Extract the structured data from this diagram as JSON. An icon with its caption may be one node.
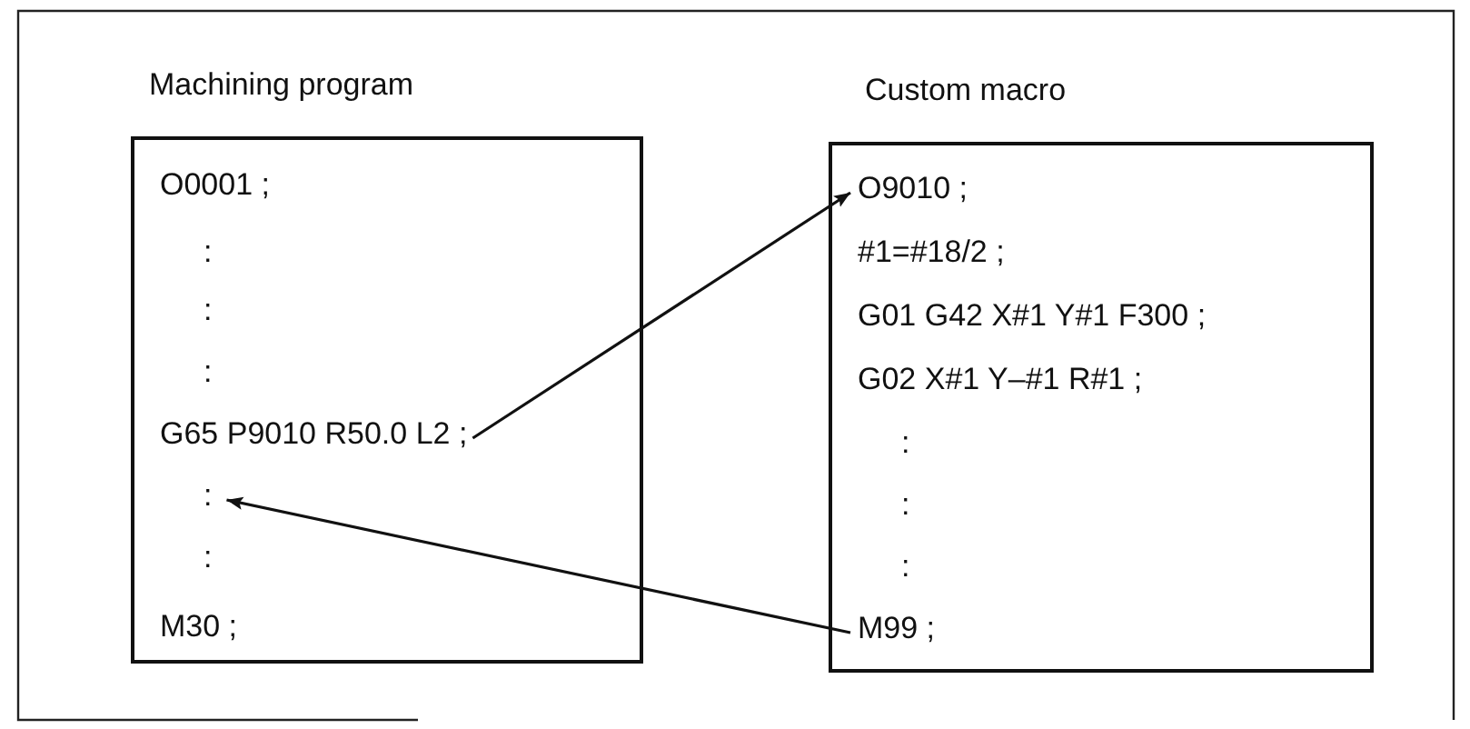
{
  "diagram": {
    "nodes": [
      {
        "text": [
          "Machining program"
        ]
      },
      {
        "text": [
          "O0001 ;"
        ],
        "in": 0
      },
      {
        "text": [
          ":"
        ],
        "in": 0
      },
      {
        "text": [
          ":"
        ],
        "in": 0
      },
      {
        "text": [
          ":"
        ],
        "in": 0
      },
      {
        "text": [
          "G65 P9010 R50.0 L2 ;"
        ],
        "in": 0
      },
      {
        "text": [
          ":"
        ],
        "in": 0
      },
      {
        "text": [
          ":"
        ],
        "in": 0
      },
      {
        "text": [
          "M30 ;"
        ],
        "in": 0
      },
      {
        "text": [
          "Custom macro"
        ]
      },
      {
        "text": [
          "O9010 ;"
        ],
        "in": 9
      },
      {
        "text": [
          "#1=#18/2 ;"
        ],
        "in": 9
      },
      {
        "text": [
          "G01 G42 X#1 Y#1 F300 ;"
        ],
        "in": 9
      },
      {
        "text": [
          "G02 X#1 Y–#1 R#1 ;"
        ],
        "in": 9
      },
      {
        "text": [
          ":"
        ],
        "in": 9
      },
      {
        "text": [
          ":"
        ],
        "in": 9
      },
      {
        "text": [
          ":"
        ],
        "in": 9
      },
      {
        "text": [
          "M99 ;"
        ],
        "in": 9
      }
    ],
    "edges": [
      {
        "from": 5,
        "to": 10,
        "arrow": "to"
      },
      {
        "from": 17,
        "to": 6,
        "arrow": "to"
      }
    ]
  }
}
